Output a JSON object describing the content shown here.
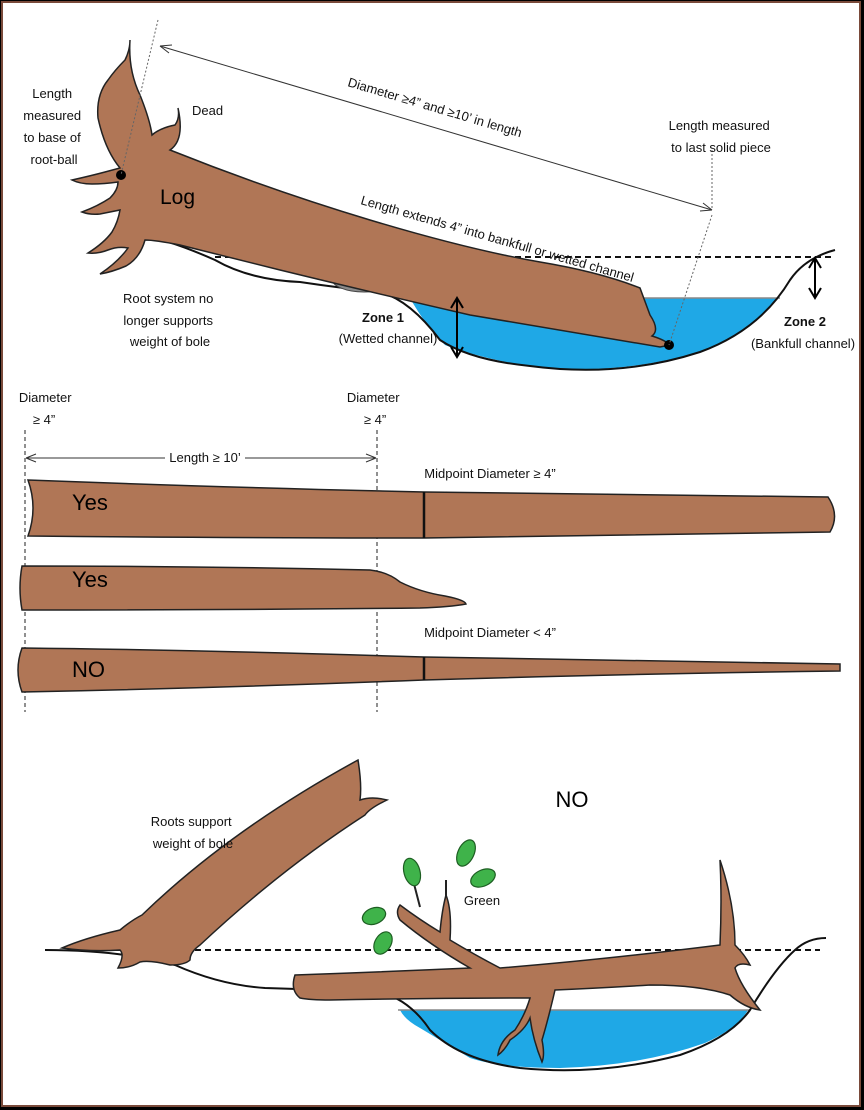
{
  "top_panel": {
    "length_base": [
      "Length",
      "measured",
      "to base of",
      "root-ball"
    ],
    "dead": "Dead",
    "log": "Log",
    "diameter_length": "Diameter ≥4” and ≥10’ in length",
    "length_last": [
      "Length measured",
      "to last solid piece"
    ],
    "extends": "Length extends 4” into bankfull or wetted channel",
    "root_system": [
      "Root system no",
      "longer supports",
      "weight of bole"
    ],
    "zone1": "Zone 1",
    "wetted": "(Wetted channel)",
    "zone2": "Zone 2",
    "bankfull": "(Bankfull channel)"
  },
  "middle_panel": {
    "diameter_left": [
      "Diameter",
      "≥ 4”"
    ],
    "diameter_right": [
      "Diameter",
      "≥ 4”"
    ],
    "length": "Length ≥ 10’",
    "midpoint_ge": "Midpoint Diameter ≥ 4”",
    "midpoint_lt": "Midpoint Diameter < 4”",
    "yes1": "Yes",
    "yes2": "Yes",
    "no": "NO"
  },
  "bottom_panel": {
    "no": "NO",
    "roots_support": [
      "Roots support",
      "weight of bole"
    ],
    "green": "Green"
  },
  "colors": {
    "wood": "#b07656",
    "water": "#1fa8e6",
    "leaf": "#3fb34a"
  }
}
